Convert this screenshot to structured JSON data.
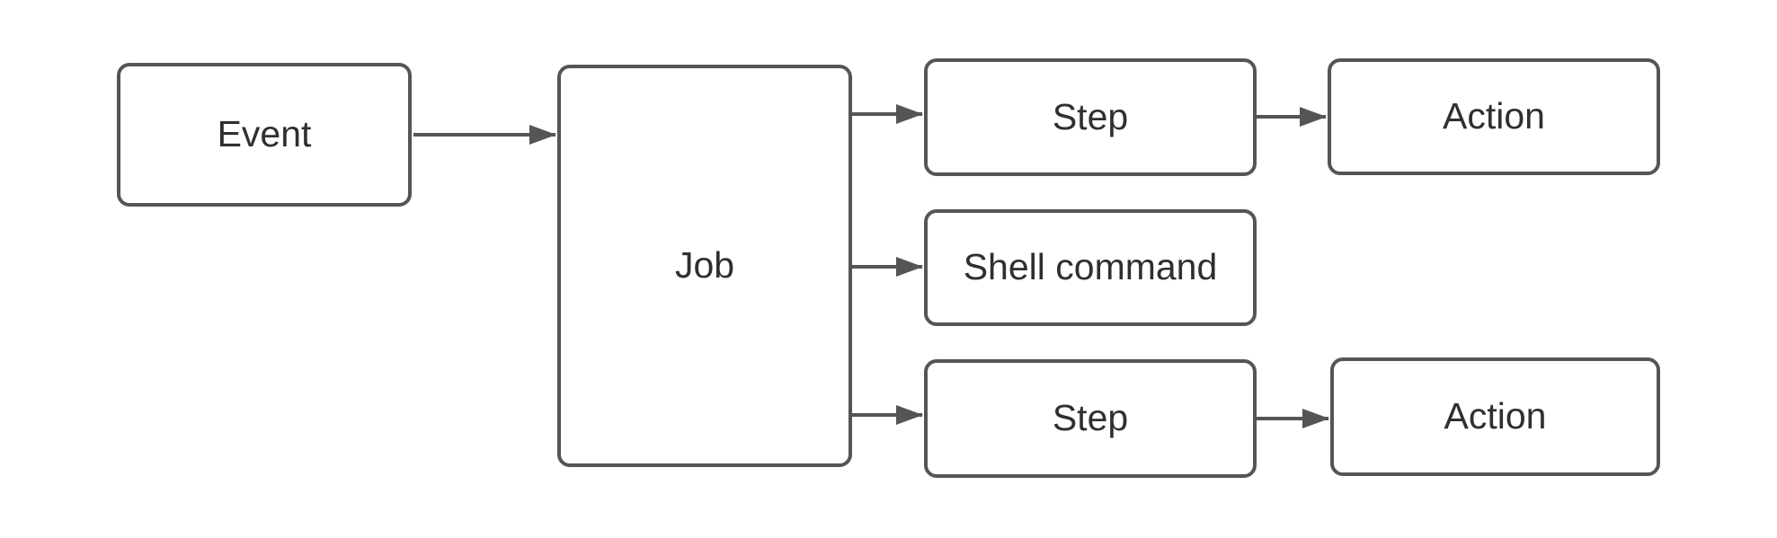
{
  "diagram": {
    "nodes": {
      "event": {
        "label": "Event"
      },
      "job": {
        "label": "Job"
      },
      "step_top": {
        "label": "Step"
      },
      "action_top": {
        "label": "Action"
      },
      "shell_command": {
        "label": "Shell command"
      },
      "step_bottom": {
        "label": "Step"
      },
      "action_bottom": {
        "label": "Action"
      }
    },
    "edges": [
      {
        "from": "event",
        "to": "job"
      },
      {
        "from": "job",
        "to": "step_top"
      },
      {
        "from": "job",
        "to": "shell_command"
      },
      {
        "from": "job",
        "to": "step_bottom"
      },
      {
        "from": "step_top",
        "to": "action_top"
      },
      {
        "from": "step_bottom",
        "to": "action_bottom"
      }
    ],
    "colors": {
      "stroke": "#555555",
      "text": "#2f2f2f",
      "background": "#ffffff"
    }
  }
}
